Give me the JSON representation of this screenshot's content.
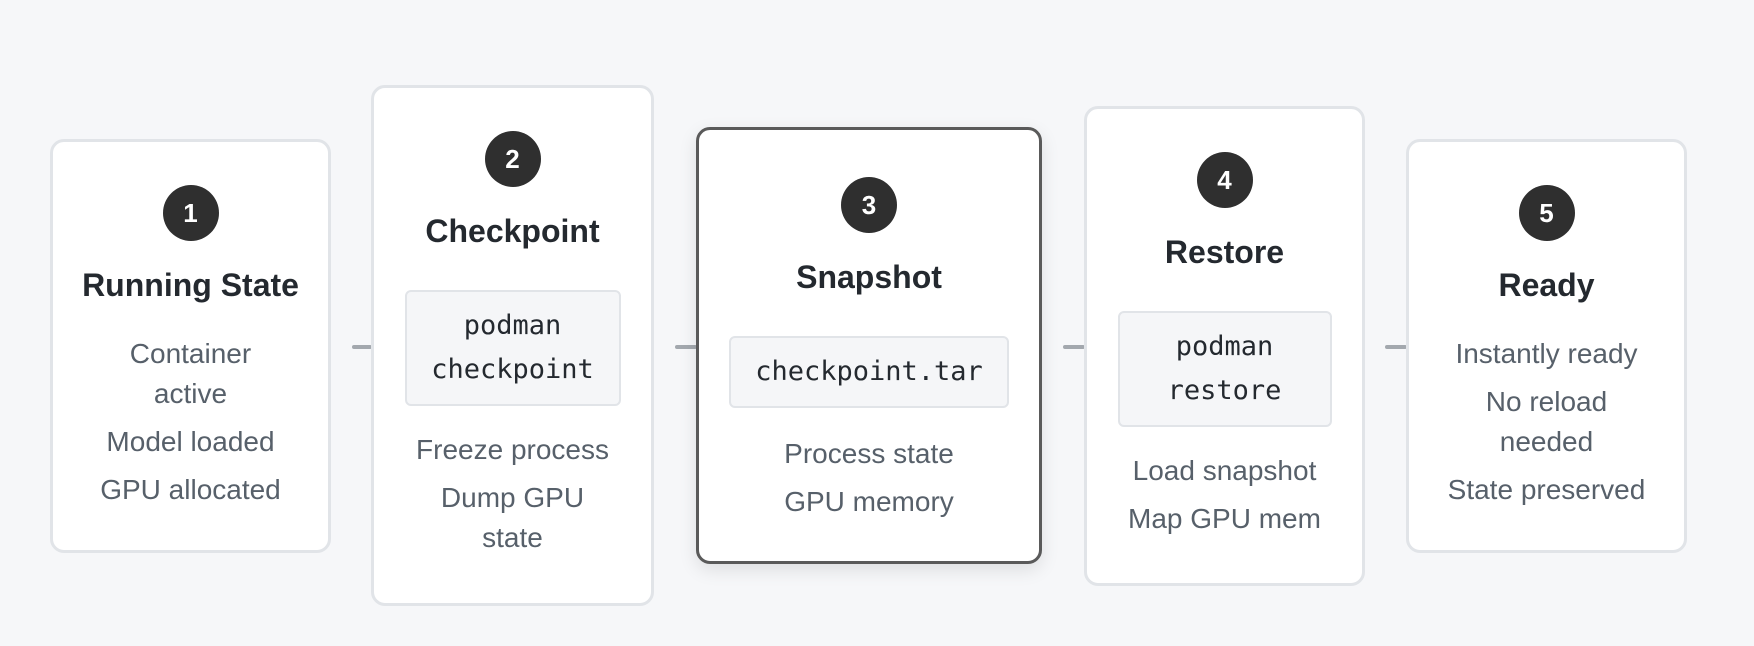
{
  "steps": [
    {
      "number": "1",
      "title": "Running State",
      "details": [
        "Container",
        "active",
        "Model loaded",
        "GPU allocated"
      ]
    },
    {
      "number": "2",
      "title": "Checkpoint",
      "command": [
        "podman",
        "checkpoint"
      ],
      "details": [
        "Freeze process",
        "Dump GPU",
        "state"
      ]
    },
    {
      "number": "3",
      "title": "Snapshot",
      "command": [
        "checkpoint.tar"
      ],
      "details": [
        "Process state",
        "GPU memory"
      ]
    },
    {
      "number": "4",
      "title": "Restore",
      "command": [
        "podman",
        "restore"
      ],
      "details": [
        "Load snapshot",
        "Map GPU mem"
      ]
    },
    {
      "number": "5",
      "title": "Ready",
      "details": [
        "Instantly ready",
        "No reload",
        "needed",
        "State preserved"
      ]
    }
  ]
}
